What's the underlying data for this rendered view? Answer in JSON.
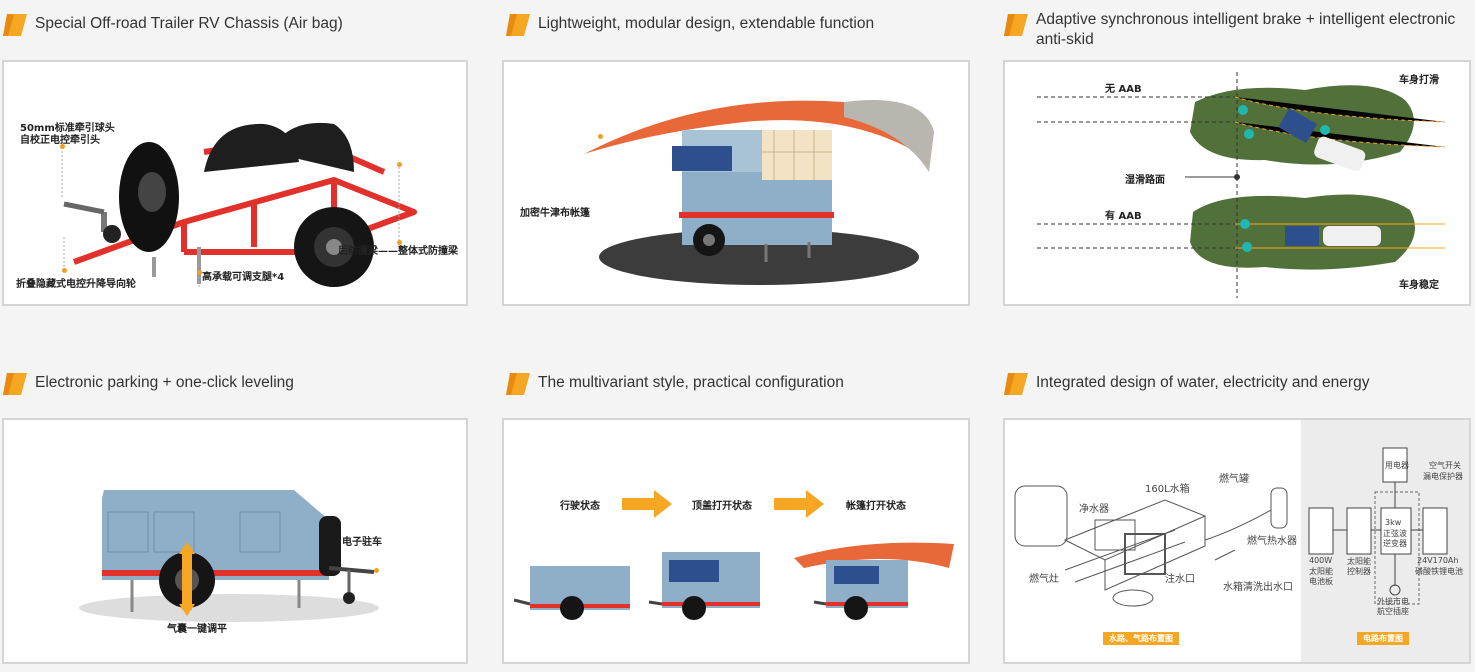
{
  "colors": {
    "accent": "#f5a623",
    "panel_border": "#d5d5d5",
    "trailer_blue": "#8fafc9",
    "chassis_red": "#e2312b"
  },
  "features": [
    {
      "title": "Special Off-road Trailer RV Chassis (Air bag)",
      "labels": {
        "coupler": "50mm标准牵引球头",
        "coupler2": "自校正电控牵引头",
        "jockey": "折叠隐藏式电控升降导向轮",
        "legs": "高承载可调支腿*4",
        "bumper": "后防撞梁——整体式防撞梁"
      }
    },
    {
      "title": "Lightweight, modular design, extendable function",
      "labels": {
        "awning": "加密牛津布帐篷"
      }
    },
    {
      "title": "Adaptive synchronous intelligent brake + intelligent electronic anti-skid",
      "labels": {
        "no_aab": "无 AAB",
        "with_aab": "有 AAB",
        "wet_road": "湿滑路面",
        "skid": "车身打滑",
        "stable": "车身稳定"
      }
    },
    {
      "title": "Electronic parking + one-click leveling",
      "labels": {
        "parking": "电子驻车",
        "leveling": "气囊一键调平"
      }
    },
    {
      "title": "The multivariant style, practical configuration",
      "labels": {
        "state1": "行驶状态",
        "state2": "顶盖打开状态",
        "state3": "帐篷打开状态"
      }
    },
    {
      "title": "Integrated design of water, electricity and energy",
      "labels": {
        "water_tank": "160L水箱",
        "purifier": "净水器",
        "gas_tank": "燃气罐",
        "gas_heater": "燃气热水器",
        "stove": "燃气灶",
        "inlet": "注水口",
        "drain": "水箱清洗出水口",
        "water_tag": "水路、气路布置图",
        "elec_tag": "电路布置图",
        "load": "用电器",
        "breaker": "空气开关",
        "breaker2": "漏电保护器",
        "solar": "400W",
        "solar2": "太阳能",
        "solar3": "电池板",
        "controller": "太阳能",
        "controller2": "控制器",
        "inverter": "3kw",
        "inverter2": "正弦波",
        "inverter3": "逆变器",
        "battery": "24V170Ah",
        "battery2": "磷酸铁锂电池",
        "shore": "外接市电",
        "shore2": "航空插座"
      }
    }
  ]
}
